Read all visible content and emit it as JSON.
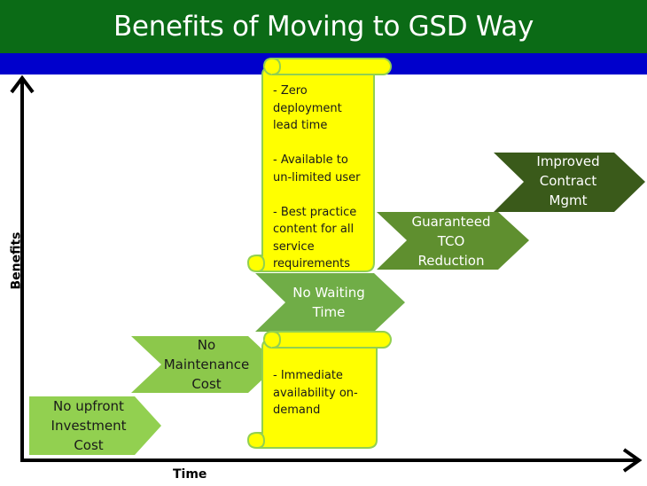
{
  "title": "Benefits of Moving to GSD Way",
  "axes": {
    "y_label": "Benefits",
    "x_label": "Time"
  },
  "steps": [
    {
      "label": "No upfront\nInvestment\nCost",
      "color": "#92d050"
    },
    {
      "label": "No\nMaintenance\nCost",
      "color": "#8cc84b"
    },
    {
      "label": "No Waiting\nTime",
      "color": "#70ad47"
    },
    {
      "label": "Guaranteed\nTCO\nReduction",
      "color": "#5f8f2f"
    },
    {
      "label": "Improved\nContract\nMgmt",
      "color": "#3a5a1a"
    }
  ],
  "scrolls": [
    {
      "text": "- Zero\ndeployment\nlead time\n\n- Available to\nun-limited user\n\n- Best practice\ncontent for all\nservice\nrequirements"
    },
    {
      "text": "- Immediate\navailability on-\ndemand"
    }
  ],
  "colors": {
    "title_bg": "#0b6b16",
    "band": "#0000cc",
    "scroll_fill": "#ffff00",
    "scroll_outline": "#92d050"
  }
}
